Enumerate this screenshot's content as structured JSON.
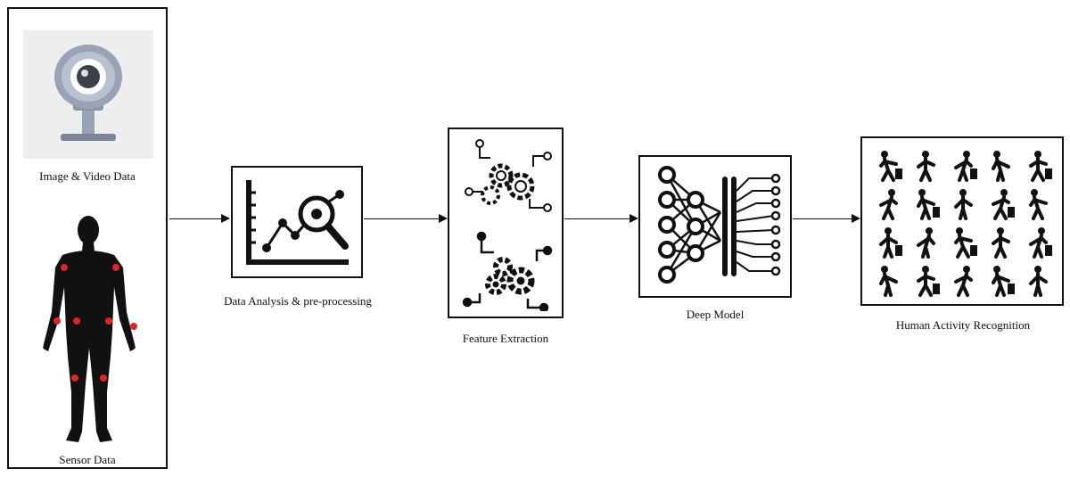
{
  "diagram": {
    "input": {
      "image_video_label": "Image & Video Data",
      "sensor_label": "Sensor Data"
    },
    "stages": [
      {
        "label": "Data Analysis & pre-processing"
      },
      {
        "label": "Feature Extraction"
      },
      {
        "label": "Deep Model"
      },
      {
        "label": "Human Activity Recognition"
      }
    ],
    "colors": {
      "stroke": "#111111",
      "webcam_body": "#9aa3b5",
      "webcam_bg": "#eeeeee",
      "sensor_dot": "#e02424"
    },
    "icons": [
      "webcam-icon",
      "human-silhouette-icon",
      "chart-analysis-icon",
      "gears-icon",
      "neural-network-icon",
      "activity-pictograms-icon"
    ]
  }
}
